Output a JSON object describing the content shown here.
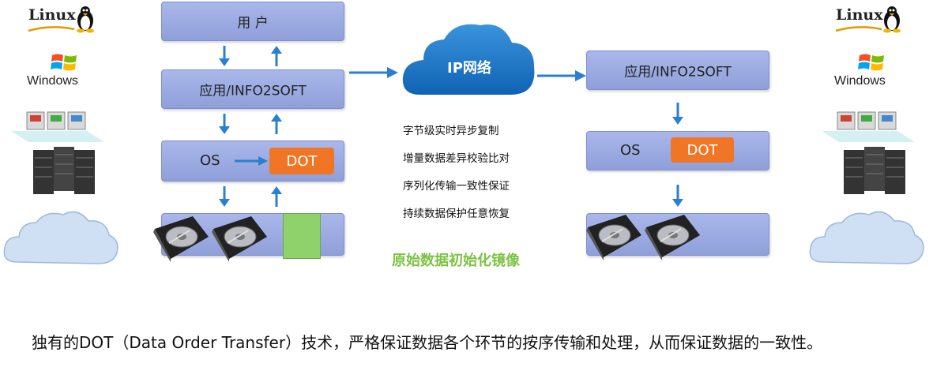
{
  "left_stack": {
    "user_label": "用 户",
    "app_label": "应用/INFO2SOFT",
    "os_label": "OS",
    "dot_label": "DOT"
  },
  "right_stack": {
    "app_label": "应用/INFO2SOFT",
    "os_label": "OS",
    "dot_label": "DOT"
  },
  "network": {
    "label": "IP网络"
  },
  "features": [
    "字节级实时异步复制",
    "增量数据差异校验比对",
    "序列化传输一致性保证",
    "持续数据保护任意恢复"
  ],
  "highlight": "原始数据初始化镜像",
  "platforms": {
    "linux": "Linux",
    "windows": "Windows"
  },
  "caption": "独有的DOT（Data Order Transfer）技术，严格保证数据各个环节的按序传输和处理，从而保证数据的一致性。",
  "colors": {
    "panel": "#9aaae0",
    "dot": "#f07626",
    "arrow": "#2b7fd0",
    "cloud": "#1a78c8",
    "highlight": "#7dc242",
    "green_block": "#8fd16a"
  }
}
